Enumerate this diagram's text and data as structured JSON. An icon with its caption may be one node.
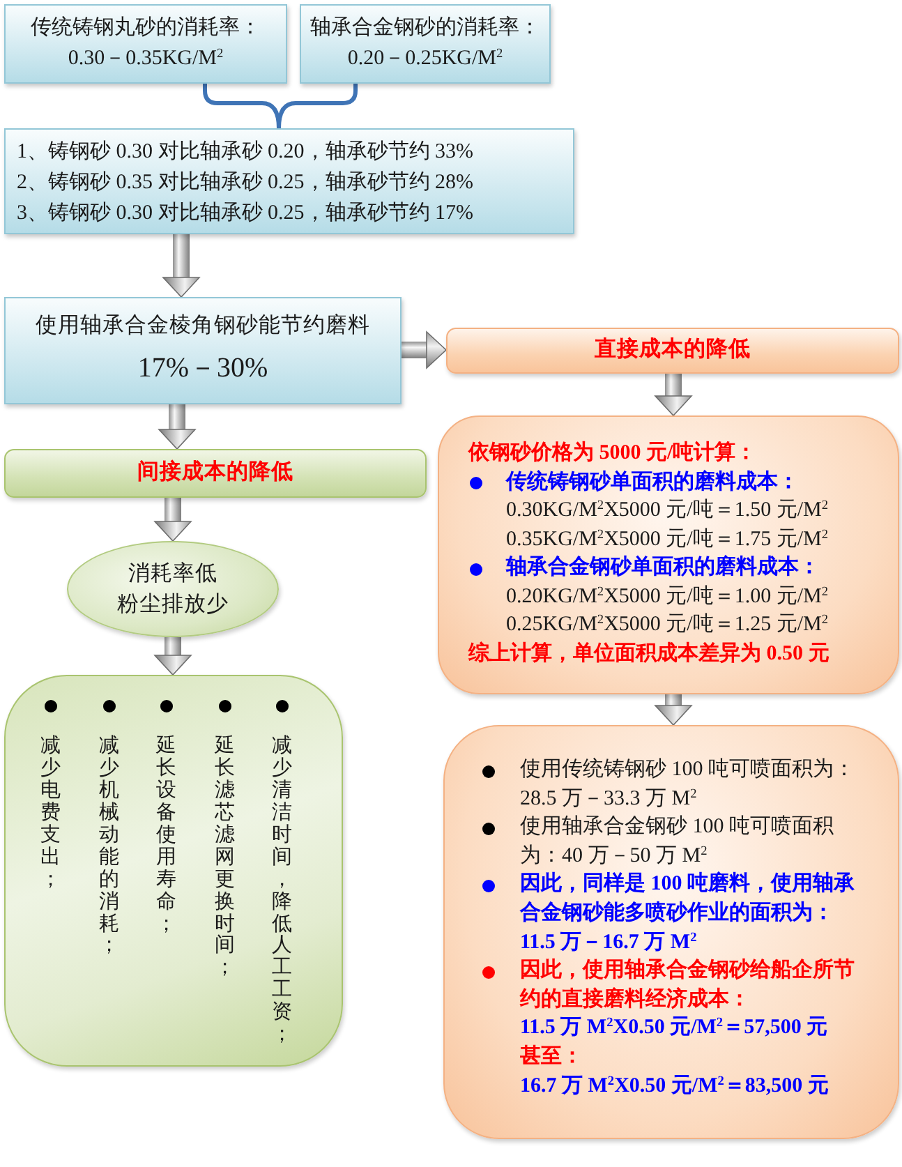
{
  "diagram": {
    "nodes": [
      {
        "text": [
          "传统铸钢丸砂的消耗率：",
          "0.30－0.35KG/M$^{2}$"
        ]
      },
      {
        "text": [
          "轴承合金钢砂的消耗率：",
          "0.20－0.25KG/M$^{2}$"
        ]
      },
      {
        "text": [
          "1、铸钢砂 0.30 对比轴承砂 0.20，轴承砂节约 33%",
          "2、铸钢砂 0.35 对比轴承砂 0.25，轴承砂节约 28%",
          "3、铸钢砂 0.30 对比轴承砂 0.25，轴承砂节约 17%"
        ]
      },
      {
        "text": [
          "使用轴承合金棱角钢砂能节约磨料",
          "17%－30%"
        ]
      },
      {
        "text": [
          "直接成本的降低"
        ]
      },
      {
        "text": [
          "依钢砂价格为 5000 元/吨计算：",
          "传统铸钢砂单面积的磨料成本：",
          "0.30KG/M$^{2}$X5000 元/吨＝1.50 元/M$^{2}$",
          "0.35KG/M$^{2}$X5000 元/吨＝1.75 元/M$^{2}$",
          "轴承合金钢砂单面积的磨料成本：",
          "0.20KG/M$^{2}$X5000 元/吨＝1.00 元/M$^{2}$",
          "0.25KG/M$^{2}$X5000 元/吨＝1.25 元/M$^{2}$",
          "综上计算，单位面积成本差异为 0.50 元"
        ]
      },
      {
        "text": [
          "使用传统铸钢砂 100 吨可喷面积为：28.5 万－33.3 万 M$^{2}$",
          "使用轴承合金钢砂 100 吨可喷面积为：40 万－50 万 M$^{2}$",
          "因此，同样是 100 吨磨料，使用轴承合金钢砂能多喷砂作业的面积为：",
          "11.5 万－16.7 万 M$^{2}$",
          "因此，使用轴承合金钢砂给船企所节约的直接磨料经济成本：",
          "11.5 万 M$^{2}$X0.50 元/M$^{2}$＝57,500 元",
          "甚至：",
          "16.7 万 M$^{2}$X0.50 元/M$^{2}$＝83,500 元"
        ]
      },
      {
        "text": [
          "间接成本的降低"
        ]
      },
      {
        "text": [
          "消耗率低",
          "粉尘排放少"
        ]
      },
      {
        "text": [
          "减少电费支出；",
          "减少机械动能的消耗；",
          "延长设备使用寿命；",
          "延长滤芯滤网更换时间；",
          "减少清洁时间，降低人工工资；"
        ]
      }
    ],
    "edges": [
      {
        "from": 0,
        "to": 2,
        "arrow": "none"
      },
      {
        "from": 1,
        "to": 2,
        "arrow": "none"
      },
      {
        "from": 2,
        "to": 3,
        "arrow": "to"
      },
      {
        "from": 3,
        "to": 4,
        "arrow": "to"
      },
      {
        "from": 4,
        "to": 5,
        "arrow": "to"
      },
      {
        "from": 5,
        "to": 6,
        "arrow": "to"
      },
      {
        "from": 3,
        "to": 7,
        "arrow": "to"
      },
      {
        "from": 7,
        "to": 8,
        "arrow": "to"
      },
      {
        "from": 8,
        "to": 9,
        "arrow": "to"
      }
    ]
  }
}
